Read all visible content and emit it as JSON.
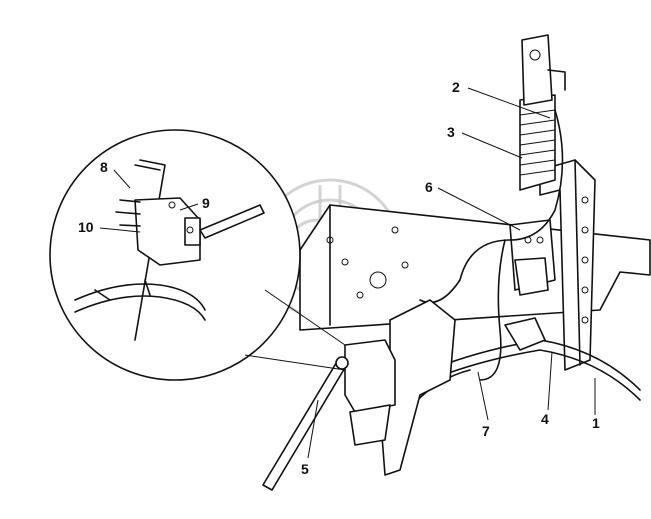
{
  "diagram": {
    "callouts": [
      "1",
      "2",
      "3",
      "4",
      "5",
      "6",
      "7",
      "8",
      "9",
      "10"
    ]
  },
  "colors": {
    "line": "#111111",
    "background": "#ffffff",
    "watermark": "#c8c8c8"
  }
}
